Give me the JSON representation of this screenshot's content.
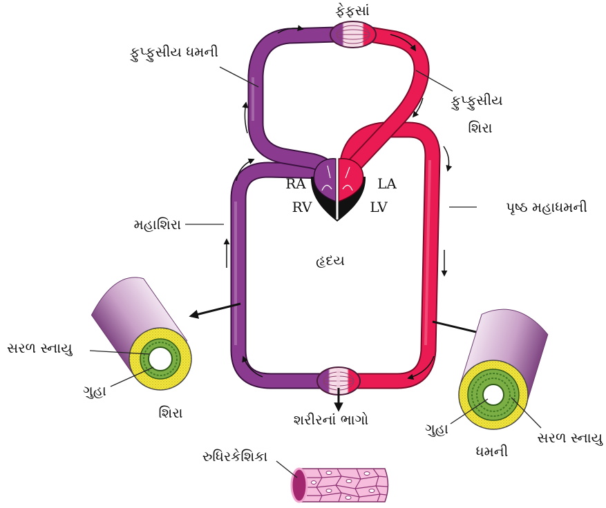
{
  "labels": {
    "lungs": "ફેફસાં",
    "pulmonary_artery": "ફુપ્ફુસીય ધમની",
    "pulmonary_vein": [
      "ફુપ્ફુસીય",
      "શિરા"
    ],
    "heart_chambers": {
      "ra": "RA",
      "la": "LA",
      "rv": "RV",
      "lv": "LV"
    },
    "dorsal_aorta": "પૃષ્ઠ મહાધમની",
    "vena_cava": "મહાશિરા",
    "heart": "હૃદય",
    "body_parts": "શરીરનાં ભાગો",
    "capillary": "રુધિરકેશિકા"
  },
  "vein_section": {
    "muscle": "સરળ સ્નાયુ",
    "lumen": "ગુહા",
    "name": "શિરા"
  },
  "artery_section": {
    "muscle": "સરળ સ્નાયુ",
    "lumen": "ગુહા",
    "name": "ધમની"
  },
  "colors": {
    "deoxygenated_blood": "#8b3b8f",
    "oxygenated_blood": "#ea1b52",
    "ventricles": "#111111",
    "smooth_muscle": "#7bae45",
    "vessel_wall": "#f2e63c",
    "capillary": "#f6bddc"
  }
}
